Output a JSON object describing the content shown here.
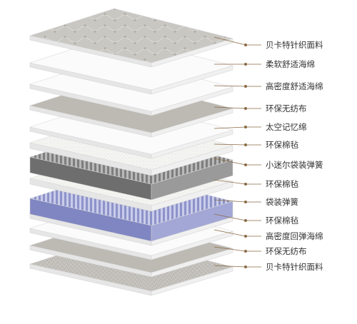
{
  "diagram": {
    "layers": [
      {
        "label": "贝卡特针织面料",
        "material": "quilted-fabric"
      },
      {
        "label": "柔软舒适海绵",
        "material": "foam"
      },
      {
        "label": "高密度舒适海绵",
        "material": "foam"
      },
      {
        "label": "环保无纺布",
        "material": "fabric"
      },
      {
        "label": "太空记忆绵",
        "material": "foam"
      },
      {
        "label": "环保棉毡",
        "material": "felt"
      },
      {
        "label": "小迷尔袋装弹簧",
        "material": "spring-gray"
      },
      {
        "label": "环保棉毡",
        "material": "felt"
      },
      {
        "label": "袋装弹簧",
        "material": "spring-blue"
      },
      {
        "label": "环保棉毡",
        "material": "felt"
      },
      {
        "label": "高密度回弹海绵",
        "material": "foam"
      },
      {
        "label": "环保无纺布",
        "material": "fabric"
      },
      {
        "label": "贝卡特针织面料",
        "material": "knit-fabric"
      }
    ]
  },
  "colors": {
    "leader_line": "#8a6a45",
    "label_text": "#333333",
    "foam_top": "#fbfbfb",
    "foam_side": "#e6e6e6",
    "felt_top": "#f3f3f1",
    "fabric_top": "#bdbab4",
    "spring_gray": "#8f8f8f",
    "spring_blue": "#9a9fd0"
  }
}
